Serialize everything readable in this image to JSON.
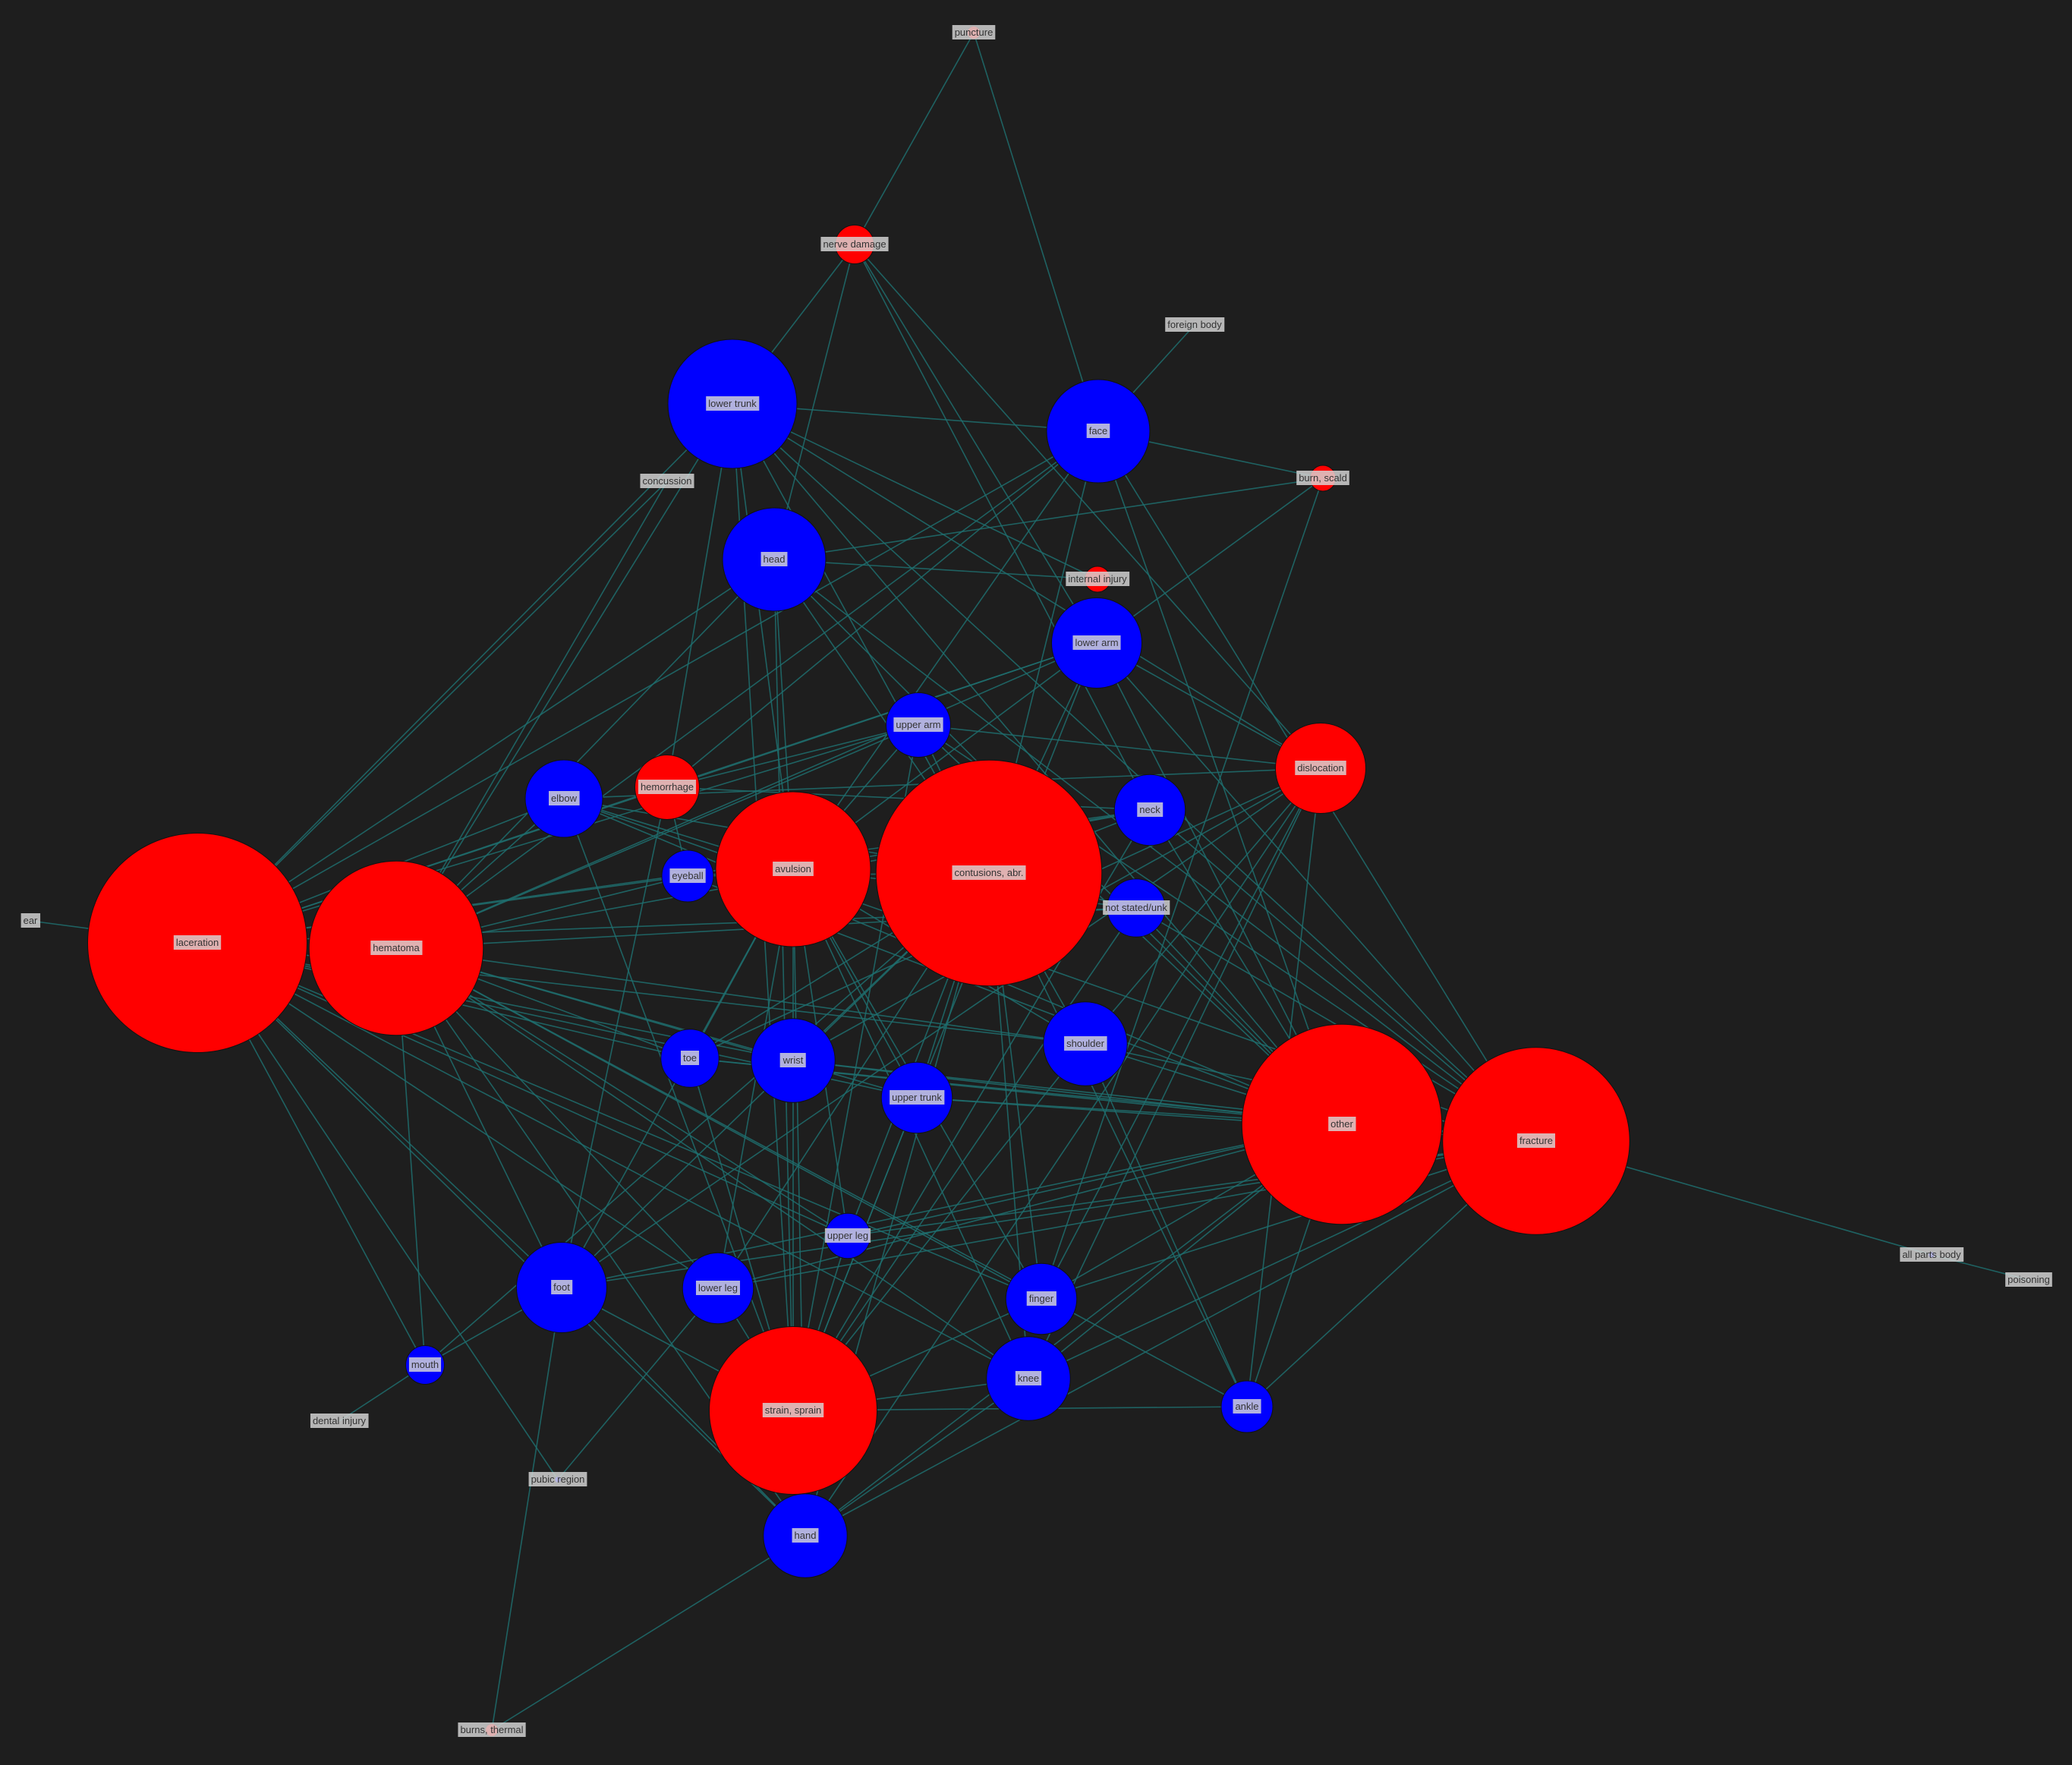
{
  "diagram": {
    "colors": {
      "background": "#1e1e1e",
      "edge": "#1f6e6e",
      "injury_type_node": "#ff0000",
      "body_part_node": "#0000ff",
      "label_box": "#d8d8d8",
      "label_text": "#333333"
    },
    "nodes": [
      {
        "id": "puncture",
        "label": "puncture",
        "group": "injury",
        "size": 1
      },
      {
        "id": "nerve_damage",
        "label": "nerve damage",
        "group": "injury",
        "size": 3
      },
      {
        "id": "foreign_body",
        "label": "foreign body",
        "group": "injury",
        "size": 0
      },
      {
        "id": "lower_trunk",
        "label": "lower trunk",
        "group": "body",
        "size": 10
      },
      {
        "id": "face",
        "label": "face",
        "group": "body",
        "size": 8
      },
      {
        "id": "burn_scald",
        "label": "burn, scald",
        "group": "injury",
        "size": 2
      },
      {
        "id": "concussion",
        "label": "concussion",
        "group": "injury",
        "size": 0
      },
      {
        "id": "head",
        "label": "head",
        "group": "body",
        "size": 8
      },
      {
        "id": "internal_injury",
        "label": "internal injury",
        "group": "injury",
        "size": 2
      },
      {
        "id": "lower_arm",
        "label": "lower arm",
        "group": "body",
        "size": 7
      },
      {
        "id": "upper_arm",
        "label": "upper arm",
        "group": "body",
        "size": 5
      },
      {
        "id": "dislocation",
        "label": "dislocation",
        "group": "injury",
        "size": 7
      },
      {
        "id": "elbow",
        "label": "elbow",
        "group": "body",
        "size": 6
      },
      {
        "id": "hemorrhage",
        "label": "hemorrhage",
        "group": "injury",
        "size": 5
      },
      {
        "id": "neck",
        "label": "neck",
        "group": "body",
        "size": 5.5
      },
      {
        "id": "avulsion",
        "label": "avulsion",
        "group": "injury",
        "size": 12
      },
      {
        "id": "contusions",
        "label": "contusions, abr.",
        "group": "injury",
        "size": 17.5
      },
      {
        "id": "eyeball",
        "label": "eyeball",
        "group": "body",
        "size": 4
      },
      {
        "id": "not_stated",
        "label": "not stated/unk",
        "group": "body",
        "size": 4.5
      },
      {
        "id": "ear",
        "label": "ear",
        "group": "body",
        "size": 0
      },
      {
        "id": "laceration",
        "label": "laceration",
        "group": "injury",
        "size": 17
      },
      {
        "id": "hematoma",
        "label": "hematoma",
        "group": "injury",
        "size": 13.5
      },
      {
        "id": "shoulder",
        "label": "shoulder",
        "group": "body",
        "size": 6.5
      },
      {
        "id": "toe",
        "label": "toe",
        "group": "body",
        "size": 4.5
      },
      {
        "id": "wrist",
        "label": "wrist",
        "group": "body",
        "size": 6.5
      },
      {
        "id": "upper_trunk",
        "label": "upper trunk",
        "group": "body",
        "size": 5.5
      },
      {
        "id": "other",
        "label": "other",
        "group": "injury",
        "size": 15.5
      },
      {
        "id": "fracture",
        "label": "fracture",
        "group": "injury",
        "size": 14.5
      },
      {
        "id": "upper_leg",
        "label": "upper leg",
        "group": "body",
        "size": 3.5
      },
      {
        "id": "foot",
        "label": "foot",
        "group": "body",
        "size": 7
      },
      {
        "id": "lower_leg",
        "label": "lower leg",
        "group": "body",
        "size": 5.5
      },
      {
        "id": "finger",
        "label": "finger",
        "group": "body",
        "size": 5.5
      },
      {
        "id": "all_parts",
        "label": "all parts body",
        "group": "body",
        "size": 0.5
      },
      {
        "id": "poisoning",
        "label": "poisoning",
        "group": "injury",
        "size": 0
      },
      {
        "id": "mouth",
        "label": "mouth",
        "group": "body",
        "size": 3
      },
      {
        "id": "knee",
        "label": "knee",
        "group": "body",
        "size": 6.5
      },
      {
        "id": "ankle",
        "label": "ankle",
        "group": "body",
        "size": 4
      },
      {
        "id": "strain_sprain",
        "label": "strain, sprain",
        "group": "injury",
        "size": 13
      },
      {
        "id": "dental_injury",
        "label": "dental injury",
        "group": "injury",
        "size": 0
      },
      {
        "id": "pubic_region",
        "label": "pubic region",
        "group": "body",
        "size": 0.5
      },
      {
        "id": "hand",
        "label": "hand",
        "group": "body",
        "size": 6.5
      },
      {
        "id": "burns_thermal",
        "label": "burns, thermal",
        "group": "injury",
        "size": 1
      }
    ],
    "edges": [
      [
        "puncture",
        "nerve_damage"
      ],
      [
        "puncture",
        "face"
      ],
      [
        "foreign_body",
        "face"
      ],
      [
        "nerve_damage",
        "lower_trunk"
      ],
      [
        "nerve_damage",
        "head"
      ],
      [
        "nerve_damage",
        "lower_arm"
      ],
      [
        "nerve_damage",
        "neck"
      ],
      [
        "nerve_damage",
        "dislocation"
      ],
      [
        "lower_trunk",
        "face"
      ],
      [
        "lower_trunk",
        "laceration"
      ],
      [
        "lower_trunk",
        "hematoma"
      ],
      [
        "lower_trunk",
        "avulsion"
      ],
      [
        "lower_trunk",
        "contusions"
      ],
      [
        "lower_trunk",
        "other"
      ],
      [
        "lower_trunk",
        "fracture"
      ],
      [
        "lower_trunk",
        "strain_sprain"
      ],
      [
        "lower_trunk",
        "hemorrhage"
      ],
      [
        "lower_trunk",
        "dislocation"
      ],
      [
        "lower_trunk",
        "internal_injury"
      ],
      [
        "face",
        "burn_scald"
      ],
      [
        "face",
        "laceration"
      ],
      [
        "face",
        "hematoma"
      ],
      [
        "face",
        "avulsion"
      ],
      [
        "face",
        "contusions"
      ],
      [
        "face",
        "other"
      ],
      [
        "face",
        "fracture"
      ],
      [
        "face",
        "hemorrhage"
      ],
      [
        "head",
        "burn_scald"
      ],
      [
        "head",
        "laceration"
      ],
      [
        "head",
        "hematoma"
      ],
      [
        "head",
        "contusions"
      ],
      [
        "head",
        "other"
      ],
      [
        "head",
        "fracture"
      ],
      [
        "head",
        "avulsion"
      ],
      [
        "head",
        "strain_sprain"
      ],
      [
        "head",
        "internal_injury"
      ],
      [
        "concussion",
        "laceration"
      ],
      [
        "concussion",
        "hematoma"
      ],
      [
        "burn_scald",
        "lower_arm"
      ],
      [
        "burn_scald",
        "finger"
      ],
      [
        "lower_arm",
        "laceration"
      ],
      [
        "lower_arm",
        "hematoma"
      ],
      [
        "lower_arm",
        "avulsion"
      ],
      [
        "lower_arm",
        "contusions"
      ],
      [
        "lower_arm",
        "other"
      ],
      [
        "lower_arm",
        "fracture"
      ],
      [
        "lower_arm",
        "strain_sprain"
      ],
      [
        "lower_arm",
        "dislocation"
      ],
      [
        "lower_arm",
        "hemorrhage"
      ],
      [
        "upper_arm",
        "laceration"
      ],
      [
        "upper_arm",
        "hematoma"
      ],
      [
        "upper_arm",
        "avulsion"
      ],
      [
        "upper_arm",
        "contusions"
      ],
      [
        "upper_arm",
        "other"
      ],
      [
        "upper_arm",
        "fracture"
      ],
      [
        "upper_arm",
        "strain_sprain"
      ],
      [
        "upper_arm",
        "dislocation"
      ],
      [
        "upper_arm",
        "hemorrhage"
      ],
      [
        "dislocation",
        "elbow"
      ],
      [
        "dislocation",
        "shoulder"
      ],
      [
        "dislocation",
        "finger"
      ],
      [
        "dislocation",
        "knee"
      ],
      [
        "dislocation",
        "wrist"
      ],
      [
        "dislocation",
        "foot"
      ],
      [
        "dislocation",
        "ankle"
      ],
      [
        "dislocation",
        "hand"
      ],
      [
        "dislocation",
        "toe"
      ],
      [
        "elbow",
        "laceration"
      ],
      [
        "elbow",
        "hematoma"
      ],
      [
        "elbow",
        "avulsion"
      ],
      [
        "elbow",
        "contusions"
      ],
      [
        "elbow",
        "other"
      ],
      [
        "elbow",
        "fracture"
      ],
      [
        "elbow",
        "strain_sprain"
      ],
      [
        "hemorrhage",
        "eyeball"
      ],
      [
        "hemorrhage",
        "laceration"
      ],
      [
        "hemorrhage",
        "foot"
      ],
      [
        "hemorrhage",
        "neck"
      ],
      [
        "neck",
        "laceration"
      ],
      [
        "neck",
        "hematoma"
      ],
      [
        "neck",
        "avulsion"
      ],
      [
        "neck",
        "contusions"
      ],
      [
        "neck",
        "other"
      ],
      [
        "neck",
        "fracture"
      ],
      [
        "neck",
        "strain_sprain"
      ],
      [
        "avulsion",
        "eyeball"
      ],
      [
        "avulsion",
        "toe"
      ],
      [
        "avulsion",
        "wrist"
      ],
      [
        "avulsion",
        "upper_trunk"
      ],
      [
        "avulsion",
        "foot"
      ],
      [
        "avulsion",
        "lower_leg"
      ],
      [
        "avulsion",
        "finger"
      ],
      [
        "avulsion",
        "knee"
      ],
      [
        "avulsion",
        "hand"
      ],
      [
        "avulsion",
        "shoulder"
      ],
      [
        "avulsion",
        "upper_leg"
      ],
      [
        "avulsion",
        "not_stated"
      ],
      [
        "contusions",
        "eyeball"
      ],
      [
        "contusions",
        "not_stated"
      ],
      [
        "contusions",
        "shoulder"
      ],
      [
        "contusions",
        "toe"
      ],
      [
        "contusions",
        "wrist"
      ],
      [
        "contusions",
        "upper_trunk"
      ],
      [
        "contusions",
        "upper_leg"
      ],
      [
        "contusions",
        "foot"
      ],
      [
        "contusions",
        "lower_leg"
      ],
      [
        "contusions",
        "finger"
      ],
      [
        "contusions",
        "knee"
      ],
      [
        "contusions",
        "ankle"
      ],
      [
        "contusions",
        "hand"
      ],
      [
        "contusions",
        "mouth"
      ],
      [
        "eyeball",
        "laceration"
      ],
      [
        "eyeball",
        "hematoma"
      ],
      [
        "eyeball",
        "other"
      ],
      [
        "not_stated",
        "laceration"
      ],
      [
        "not_stated",
        "hematoma"
      ],
      [
        "not_stated",
        "other"
      ],
      [
        "not_stated",
        "fracture"
      ],
      [
        "not_stated",
        "strain_sprain"
      ],
      [
        "ear",
        "laceration"
      ],
      [
        "laceration",
        "shoulder"
      ],
      [
        "laceration",
        "toe"
      ],
      [
        "laceration",
        "wrist"
      ],
      [
        "laceration",
        "upper_trunk"
      ],
      [
        "laceration",
        "upper_leg"
      ],
      [
        "laceration",
        "foot"
      ],
      [
        "laceration",
        "lower_leg"
      ],
      [
        "laceration",
        "finger"
      ],
      [
        "laceration",
        "mouth"
      ],
      [
        "laceration",
        "knee"
      ],
      [
        "laceration",
        "hand"
      ],
      [
        "laceration",
        "pubic_region"
      ],
      [
        "hematoma",
        "shoulder"
      ],
      [
        "hematoma",
        "toe"
      ],
      [
        "hematoma",
        "wrist"
      ],
      [
        "hematoma",
        "upper_trunk"
      ],
      [
        "hematoma",
        "upper_leg"
      ],
      [
        "hematoma",
        "foot"
      ],
      [
        "hematoma",
        "lower_leg"
      ],
      [
        "hematoma",
        "finger"
      ],
      [
        "hematoma",
        "mouth"
      ],
      [
        "hematoma",
        "knee"
      ],
      [
        "hematoma",
        "hand"
      ],
      [
        "hematoma",
        "ankle"
      ],
      [
        "shoulder",
        "other"
      ],
      [
        "shoulder",
        "fracture"
      ],
      [
        "shoulder",
        "strain_sprain"
      ],
      [
        "shoulder",
        "ankle"
      ],
      [
        "toe",
        "other"
      ],
      [
        "toe",
        "fracture"
      ],
      [
        "toe",
        "strain_sprain"
      ],
      [
        "wrist",
        "other"
      ],
      [
        "wrist",
        "fracture"
      ],
      [
        "wrist",
        "strain_sprain"
      ],
      [
        "upper_trunk",
        "other"
      ],
      [
        "upper_trunk",
        "fracture"
      ],
      [
        "upper_trunk",
        "strain_sprain"
      ],
      [
        "other",
        "upper_leg"
      ],
      [
        "other",
        "foot"
      ],
      [
        "other",
        "lower_leg"
      ],
      [
        "other",
        "finger"
      ],
      [
        "other",
        "knee"
      ],
      [
        "other",
        "ankle"
      ],
      [
        "other",
        "hand"
      ],
      [
        "fracture",
        "all_parts"
      ],
      [
        "fracture",
        "upper_leg"
      ],
      [
        "fracture",
        "foot"
      ],
      [
        "fracture",
        "lower_leg"
      ],
      [
        "fracture",
        "finger"
      ],
      [
        "fracture",
        "knee"
      ],
      [
        "fracture",
        "ankle"
      ],
      [
        "fracture",
        "hand"
      ],
      [
        "all_parts",
        "poisoning"
      ],
      [
        "upper_leg",
        "strain_sprain"
      ],
      [
        "foot",
        "strain_sprain"
      ],
      [
        "lower_leg",
        "strain_sprain"
      ],
      [
        "finger",
        "strain_sprain"
      ],
      [
        "knee",
        "strain_sprain"
      ],
      [
        "ankle",
        "strain_sprain"
      ],
      [
        "hand",
        "strain_sprain"
      ],
      [
        "mouth",
        "dental_injury"
      ],
      [
        "foot",
        "mouth"
      ],
      [
        "foot",
        "burns_thermal"
      ],
      [
        "hand",
        "burns_thermal"
      ],
      [
        "hand",
        "knee"
      ],
      [
        "pubic_region",
        "lower_leg"
      ],
      [
        "hand",
        "foot"
      ]
    ]
  }
}
